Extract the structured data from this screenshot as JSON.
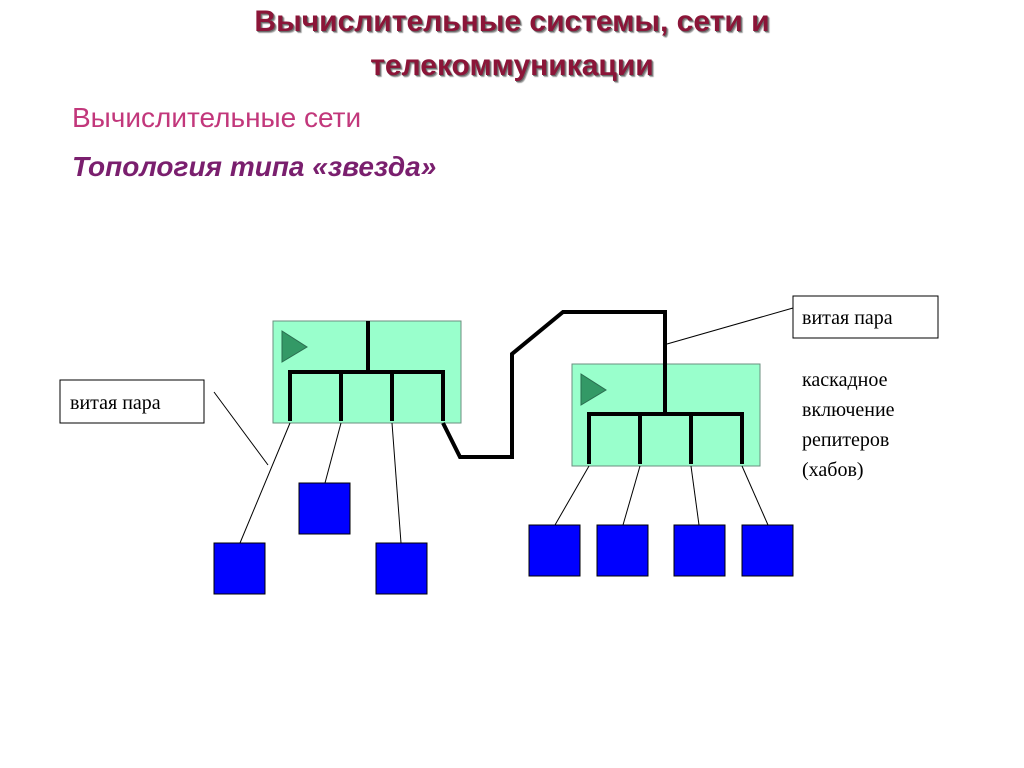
{
  "header": {
    "title_line1": "Вычислительные системы, сети и",
    "title_line2": "телекоммуникации"
  },
  "subtitle": "Вычислительные сети",
  "topology": "Топология типа «звезда»",
  "labels": {
    "left_cable": "витая пара",
    "right_cable": "витая пара",
    "cascade": [
      "каскадное",
      "включение",
      "репитеров",
      "(хабов)"
    ]
  },
  "colors": {
    "hub_fill": "#99ffcc",
    "hub_icon": "#339966",
    "node_fill": "#0000ff",
    "title": "#8b1538",
    "subtitle": "#c2377b",
    "topology": "#7a1f6e"
  },
  "icons": [
    "hub-play-icon"
  ]
}
